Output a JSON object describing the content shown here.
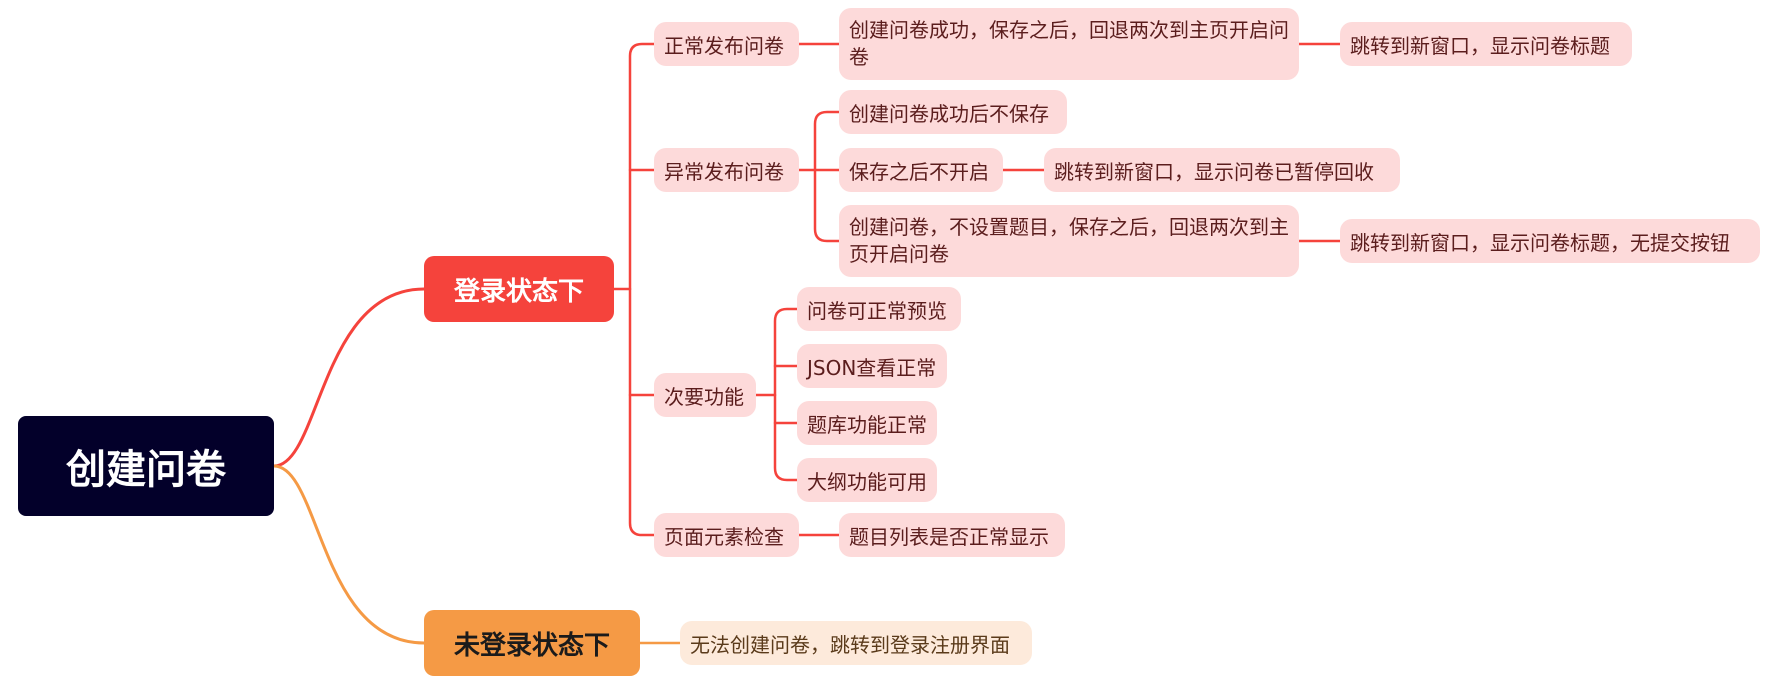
{
  "root": {
    "label": "创建问卷"
  },
  "logged_in": {
    "label": "登录状态下",
    "groups": [
      {
        "label": "正常发布问卷",
        "items": [
          {
            "label": "创建问卷成功，保存之后，回退两次到主页开启问卷",
            "result": "跳转到新窗口，显示问卷标题"
          }
        ]
      },
      {
        "label": "异常发布问卷",
        "items": [
          {
            "label": "创建问卷成功后不保存"
          },
          {
            "label": "保存之后不开启",
            "result": "跳转到新窗口，显示问卷已暂停回收"
          },
          {
            "label": "创建问卷，不设置题目，保存之后，回退两次到主页开启问卷",
            "result": "跳转到新窗口，显示问卷标题，无提交按钮"
          }
        ]
      },
      {
        "label": "次要功能",
        "items": [
          {
            "label": "问卷可正常预览"
          },
          {
            "label": "JSON查看正常"
          },
          {
            "label": "题库功能正常"
          },
          {
            "label": "大纲功能可用"
          }
        ]
      },
      {
        "label": "页面元素检查",
        "items": [
          {
            "label": "题目列表是否正常显示"
          }
        ]
      }
    ]
  },
  "logged_out": {
    "label": "未登录状态下",
    "items": [
      {
        "label": "无法创建问卷，跳转到登录注册界面"
      }
    ]
  },
  "colors": {
    "root_bg": "#03002a",
    "login_branch": "#f5433c",
    "logout_branch": "#f59a45",
    "sub_fill_login": "#fddada",
    "sub_fill_logout": "#fdeadb"
  }
}
